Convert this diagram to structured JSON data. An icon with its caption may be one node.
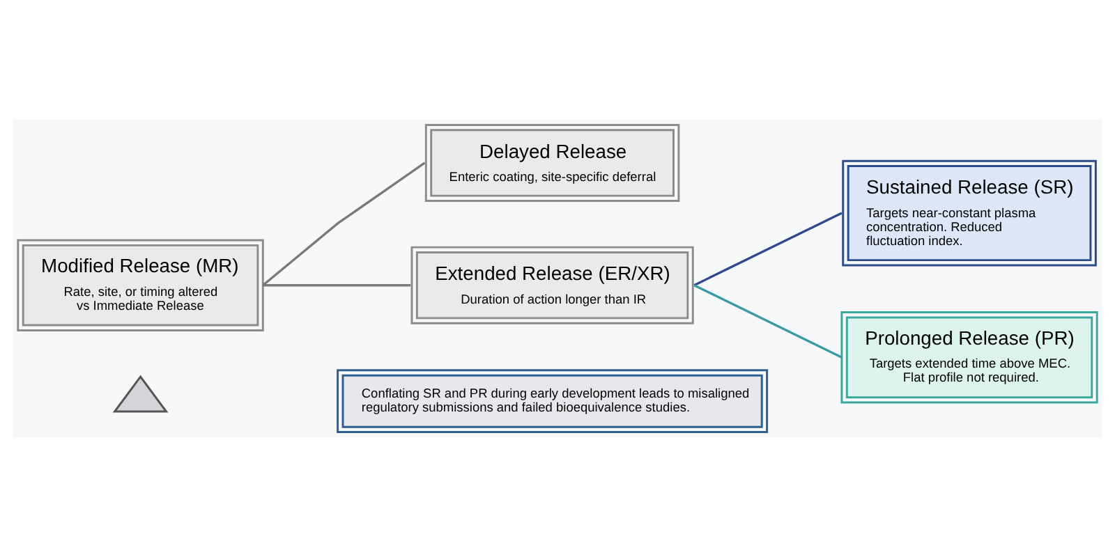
{
  "diagram": {
    "nodes": [
      {
        "text": [
          "Modified Release (MR)",
          "Rate, site, or timing altered vs Immediate Release"
        ]
      },
      {
        "text": [
          "Delayed Release",
          "Enteric coating, site-specific deferral"
        ]
      },
      {
        "text": [
          "Extended Release (ER/XR)",
          "Duration of action longer than IR"
        ]
      },
      {
        "text": [
          "Sustained Release (SR)",
          "Targets near-constant plasma concentration. Reduced fluctuation index."
        ]
      },
      {
        "text": [
          "Prolonged Release (PR)",
          "Targets extended time above MEC. Flat profile not required."
        ]
      },
      {
        "text": [],
        "shape": "triangle"
      },
      {
        "text": [
          "Conflating SR and PR during early development leads to misaligned regulatory submissions and failed bioequivalence studies."
        ]
      }
    ],
    "edges": [
      {
        "from": 0,
        "to": 1,
        "arrow": "none"
      },
      {
        "from": 0,
        "to": 2,
        "arrow": "none"
      },
      {
        "from": 2,
        "to": 3,
        "arrow": "none",
        "color": "#2c4a8c"
      },
      {
        "from": 2,
        "to": 4,
        "arrow": "none",
        "color": "#3a9aa8"
      }
    ]
  }
}
